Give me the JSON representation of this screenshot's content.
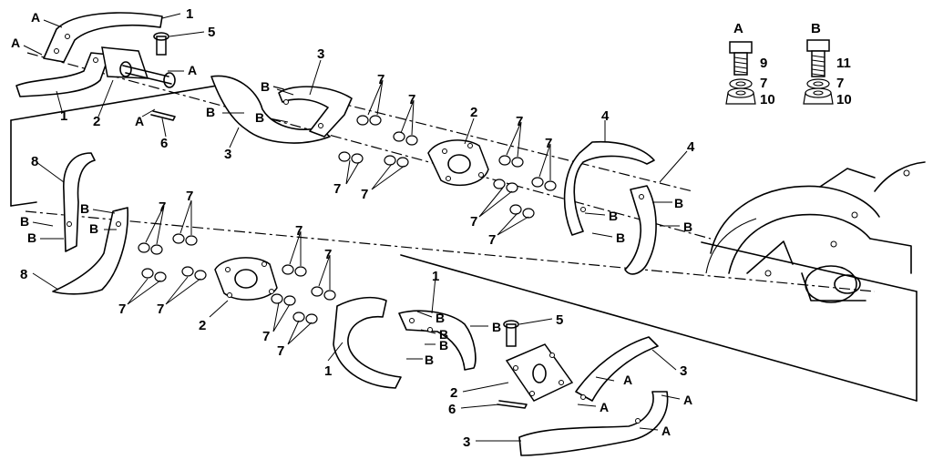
{
  "legend": {
    "a": {
      "header": "A",
      "bolt": "9",
      "lockwasher": "7",
      "nut": "10"
    },
    "b": {
      "header": "B",
      "bolt": "11",
      "lockwasher": "7",
      "nut": "10"
    }
  },
  "callouts": {
    "part_1": "1",
    "part_2": "2",
    "part_3": "3",
    "part_4": "4",
    "part_5": "5",
    "part_6": "6",
    "part_7": "7",
    "part_8": "8",
    "hw_a": "A",
    "hw_b": "B"
  }
}
